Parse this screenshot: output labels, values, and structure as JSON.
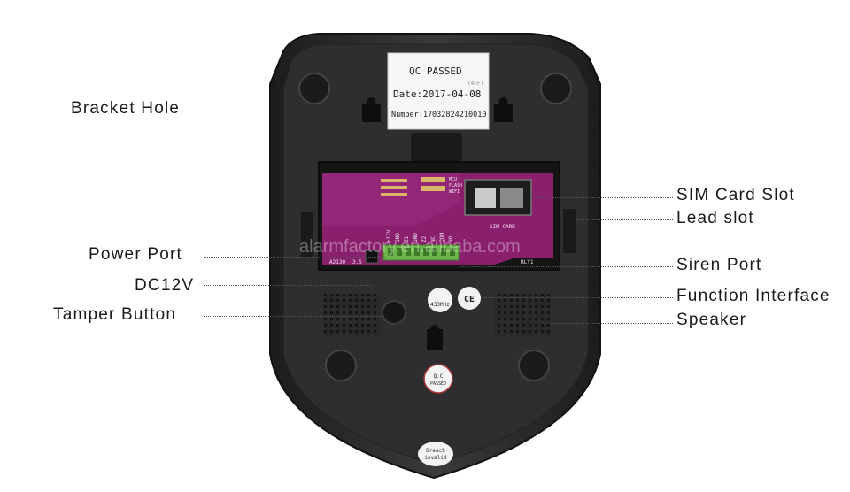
{
  "labels": {
    "left": {
      "bracket_hole": "Bracket Hole",
      "power_port": "Power Port",
      "dc12v": "DC12V",
      "tamper_button": "Tamper Button"
    },
    "right": {
      "sim_card_slot": "SIM Card Slot",
      "lead_slot": "Lead slot",
      "siren_port": "Siren Port",
      "function_interface": "Function Interface",
      "speaker": "Speaker"
    }
  },
  "qc_sticker": {
    "title": "QC PASSED",
    "code": "(4EF)",
    "date": "Date:2017-04-08",
    "number": "Number:17032824210010"
  },
  "pcb": {
    "sim_label": "SIM CARD",
    "terminal_labels": [
      "+12V",
      "GND",
      "Z1",
      "GND",
      "Z2",
      "NC",
      "COM",
      "NO"
    ],
    "bottom_left": "A2130",
    "bottom_left2": "3.5",
    "bottom_right": "RLY1",
    "mcu_labels": [
      "MCU",
      "FLASH",
      "WIFI"
    ]
  },
  "badges": {
    "freq": "433MHz",
    "ce": "CE",
    "qc_round_top": "Q.C",
    "qc_round_bottom": "PASSED",
    "breach_top": "Breach",
    "breach_bottom": "invalid"
  },
  "watermark": "alarmfactory.en.alibaba.com",
  "colors": {
    "case": "#2b2b2d",
    "case_edge": "#1a1a1b",
    "pcb": "#8a1f6e",
    "terminal": "#6bb54a"
  }
}
